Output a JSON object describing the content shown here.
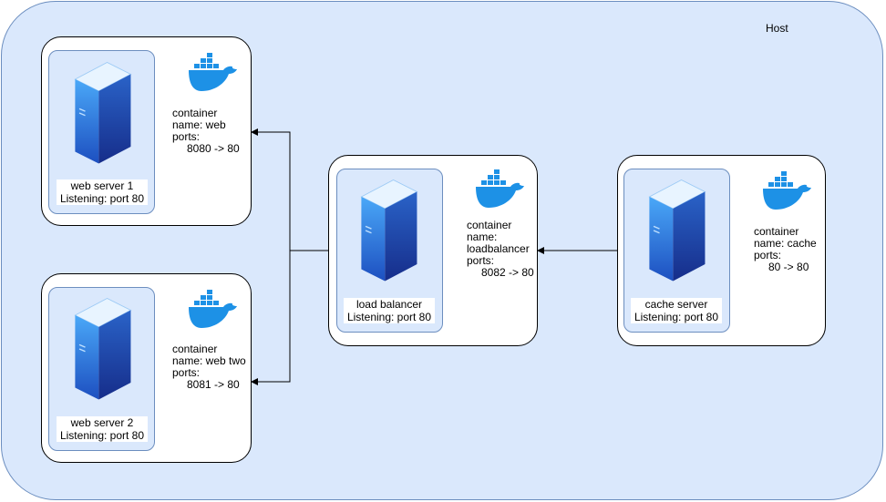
{
  "host": {
    "label": "Host"
  },
  "containers": [
    {
      "id": "web1",
      "server_label": "web server 1",
      "server_listening": "Listening: port 80",
      "info_title": "container",
      "info_name": "name: web",
      "info_ports_label": "ports:",
      "info_ports": "8080 -> 80"
    },
    {
      "id": "web2",
      "server_label": "web server 2",
      "server_listening": "Listening: port 80",
      "info_title": "container",
      "info_name": "name: web two",
      "info_ports_label": "ports:",
      "info_ports": "8081 -> 80"
    },
    {
      "id": "lb",
      "server_label": "load balancer",
      "server_listening": "Listening: port 80",
      "info_title": "container",
      "info_name": "name:",
      "info_name2": "loadbalancer",
      "info_ports_label": "ports:",
      "info_ports": "8082 -> 80"
    },
    {
      "id": "cache",
      "server_label": "cache server",
      "server_listening": "Listening: port 80",
      "info_title": "container",
      "info_name": "name: cache",
      "info_ports_label": "ports:",
      "info_ports": "80 -> 80"
    }
  ],
  "icons": {
    "server": "server-icon",
    "docker": "docker-whale-icon"
  },
  "colors": {
    "host_fill": "#dae8fc",
    "host_stroke": "#6c8ebf",
    "docker_blue": "#1d91e6",
    "server_dark": "#1a3fa8",
    "server_light": "#3fa0f5"
  }
}
